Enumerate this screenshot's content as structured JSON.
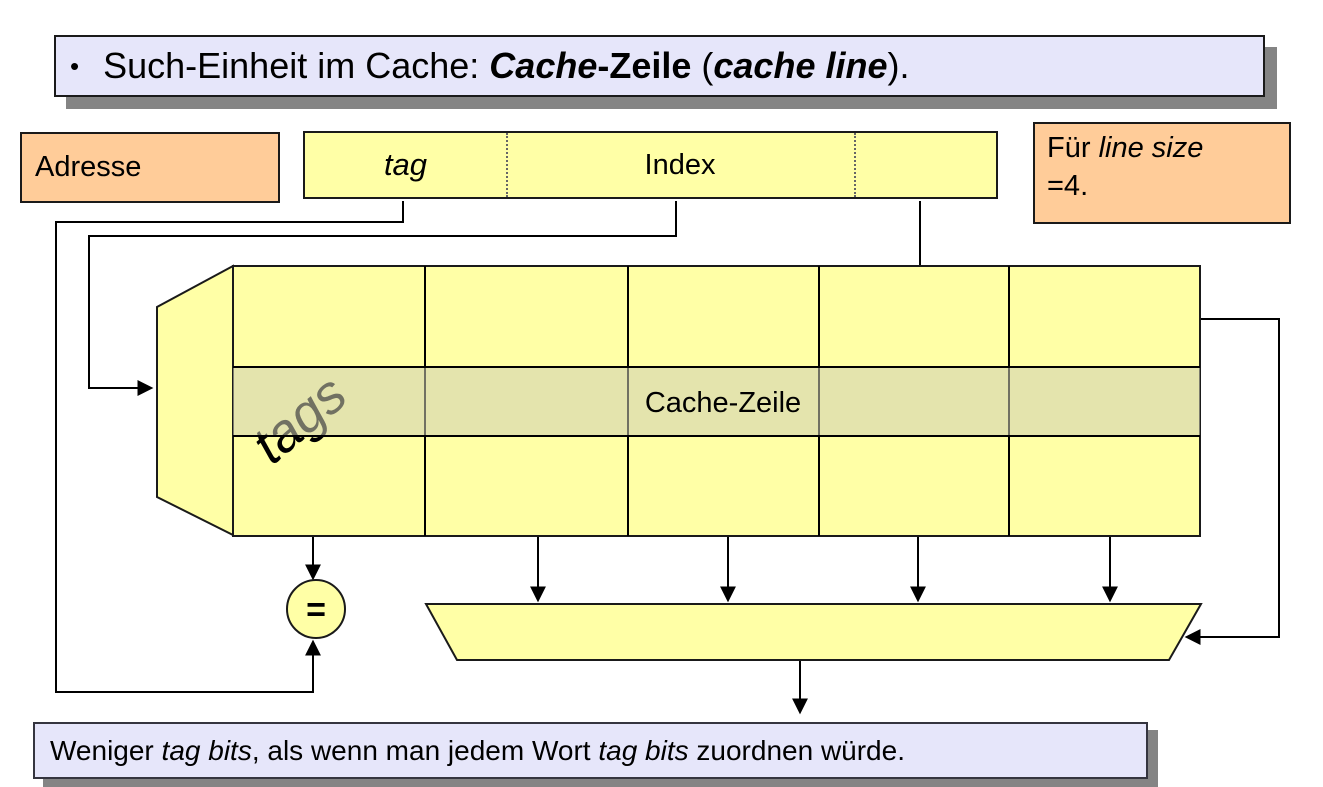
{
  "title": {
    "bullet": "•",
    "segments": [
      {
        "text": "Such-Einheit im Cache: "
      },
      {
        "text": "Cache"
      },
      {
        "text": "-Zeile"
      },
      {
        "text": " ("
      },
      {
        "text": "cache line"
      },
      {
        "text": ")."
      }
    ]
  },
  "address": {
    "label": "Adresse",
    "fields": {
      "tag": "tag",
      "index": "Index"
    }
  },
  "note": {
    "line1_prefix": "Für ",
    "line1_italic": "line size",
    "line2": "=4."
  },
  "cache": {
    "tags_label": "tags",
    "row_label": "Cache-Zeile",
    "comparator": "="
  },
  "bottom_note": {
    "segments": [
      {
        "text": "Weniger "
      },
      {
        "text": "tag bits"
      },
      {
        "text": ", als wenn man jedem Wort "
      },
      {
        "text": "tag bits"
      },
      {
        "text": " zuordnen würde."
      }
    ]
  },
  "colors": {
    "lavender": "#e6e6fa",
    "peach": "#ffcc99",
    "yellow": "#ffffa6",
    "shadow": "#848484",
    "ink": "#000000"
  }
}
